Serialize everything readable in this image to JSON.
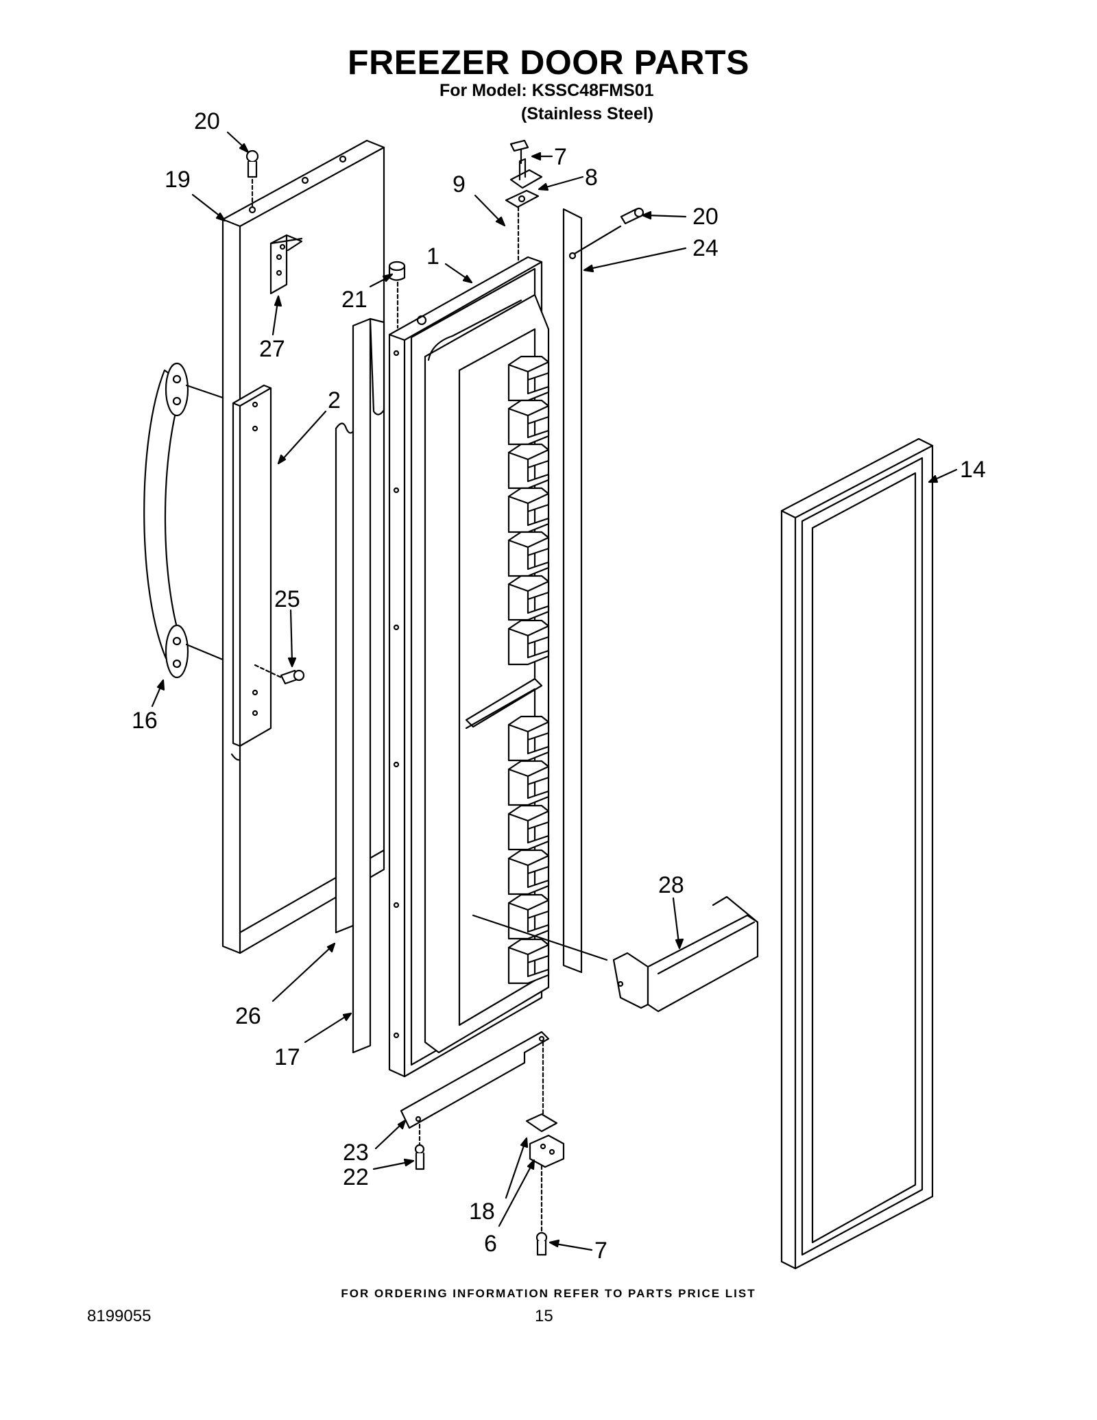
{
  "header": {
    "title": "FREEZER DOOR PARTS",
    "model_line": "For Model: KSSC48FMS01",
    "finish_line": "(Stainless Steel)"
  },
  "callouts": {
    "c1": "1",
    "c2": "2",
    "c6": "6",
    "c7a": "7",
    "c7b": "7",
    "c8": "8",
    "c9": "9",
    "c14": "14",
    "c16": "16",
    "c17": "17",
    "c18": "18",
    "c19": "19",
    "c20a": "20",
    "c20b": "20",
    "c21": "21",
    "c22": "22",
    "c23": "23",
    "c24": "24",
    "c25": "25",
    "c26": "26",
    "c27": "27",
    "c28": "28"
  },
  "footer": {
    "ordering_note": "FOR ORDERING INFORMATION REFER TO PARTS PRICE LIST",
    "doc_number": "8199055",
    "page_number": "15"
  }
}
